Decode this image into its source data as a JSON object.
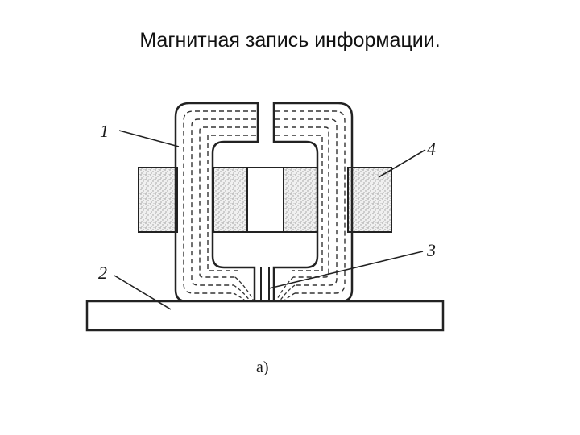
{
  "slide": {
    "title": "Магнитная запись информации."
  },
  "diagram": {
    "labels": {
      "core": "1",
      "tape": "2",
      "gap": "3",
      "coil": "4"
    },
    "caption": "а)"
  }
}
